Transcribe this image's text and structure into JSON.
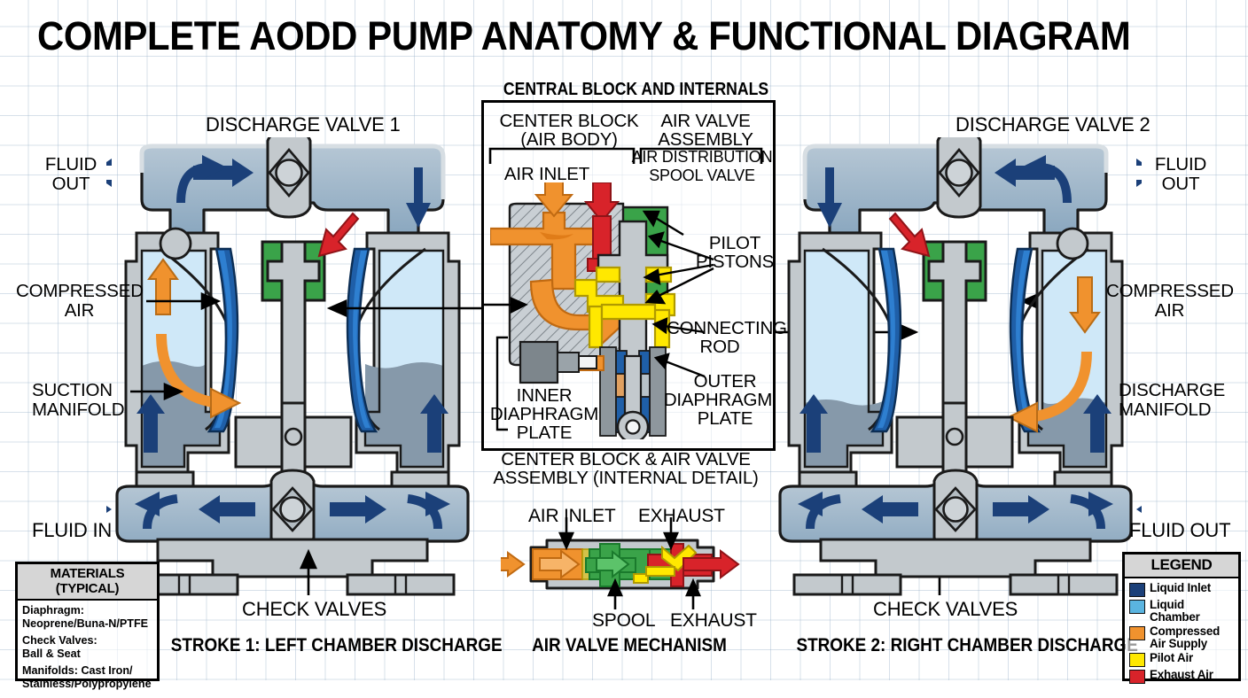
{
  "title": "COMPLETE AODD PUMP ANATOMY & FUNCTIONAL DIAGRAM",
  "center_panel": {
    "heading": "CENTRAL BLOCK AND INTERNALS",
    "caption_line1": "CENTER BLOCK & AIR VALVE",
    "caption_line2": "ASSEMBLY (INTERNAL DETAIL)",
    "labels": {
      "center_block_l1": "CENTER BLOCK",
      "center_block_l2": "(AIR BODY)",
      "air_valve_l1": "AIR VALVE",
      "air_valve_l2": "ASSEMBLY",
      "air_inlet": "AIR INLET",
      "spool_l1": "AIR DISTRIBUTION",
      "spool_l2": "SPOOL VALVE",
      "pilot_l1": "PILOT",
      "pilot_l2": "PISTONS",
      "conn_rod_l1": "CONNECTING",
      "conn_rod_l2": "ROD",
      "inner_plate_l1": "INNER",
      "inner_plate_l2": "DIAPHRAGM",
      "inner_plate_l3": "PLATE",
      "outer_plate_l1": "OUTER",
      "outer_plate_l2": "DIAPHRAGM",
      "outer_plate_l3": "PLATE"
    }
  },
  "left_pump": {
    "top_label": "DISCHARGE VALVE 1",
    "fluid_out_l1": "FLUID",
    "fluid_out_l2": "OUT",
    "compressed_air_l1": "COMPRESSED",
    "compressed_air_l2": "AIR",
    "manifold_l1": "SUCTION",
    "manifold_l2": "MANIFOLD",
    "fluid_in": "FLUID IN",
    "check_valves": "CHECK VALVES",
    "stroke_caption": "STROKE 1: LEFT CHAMBER DISCHARGE"
  },
  "right_pump": {
    "top_label": "DISCHARGE VALVE 2",
    "fluid_out_l1": "FLUID",
    "fluid_out_l2": "OUT",
    "compressed_air_l1": "COMPRESSED",
    "compressed_air_l2": "AIR",
    "manifold_l1": "DISCHARGE",
    "manifold_l2": "MANIFOLD",
    "fluid_out_bottom": "FLUID OUT",
    "check_valves": "CHECK VALVES",
    "stroke_caption": "STROKE 2: RIGHT CHAMBER DISCHARGE"
  },
  "air_valve_mech": {
    "caption": "AIR VALVE MECHANISM",
    "air_inlet": "AIR INLET",
    "exhaust_top": "EXHAUST",
    "spool": "SPOOL",
    "exhaust_bottom": "EXHAUST"
  },
  "materials_box": {
    "title": "MATERIALS (TYPICAL)",
    "items": [
      "Diaphragm:\nNeoprene/Buna-N/PTFE",
      "Check Valves:\nBall & Seat",
      "Manifolds: Cast Iron/\nStainless/Polypropylene"
    ]
  },
  "legend": {
    "title": "LEGEND",
    "items": [
      {
        "label": "Liquid Inlet",
        "color": "#1b4079"
      },
      {
        "label": "Liquid Chamber",
        "color": "#5ab4e0"
      },
      {
        "label": "Compressed\nAir Supply",
        "color": "#f0922e"
      },
      {
        "label": "Pilot Air",
        "color": "#ffe800"
      },
      {
        "label": "Exhaust Air",
        "color": "#d8232a"
      }
    ]
  },
  "colors": {
    "liquid_inlet": "#1b4079",
    "liquid_chamber": "#5ab4e0",
    "compressed_air": "#f0922e",
    "pilot_air": "#ffe800",
    "exhaust_air": "#d8232a",
    "body_metal": "#c3c9cd",
    "body_metal_dark": "#9aa4ab",
    "manifold_blue": "#8aa7bf",
    "center_green": "#3aa349",
    "fluid_dark": "#8699aa",
    "diaphragm_blue": "#1f5fa8"
  }
}
